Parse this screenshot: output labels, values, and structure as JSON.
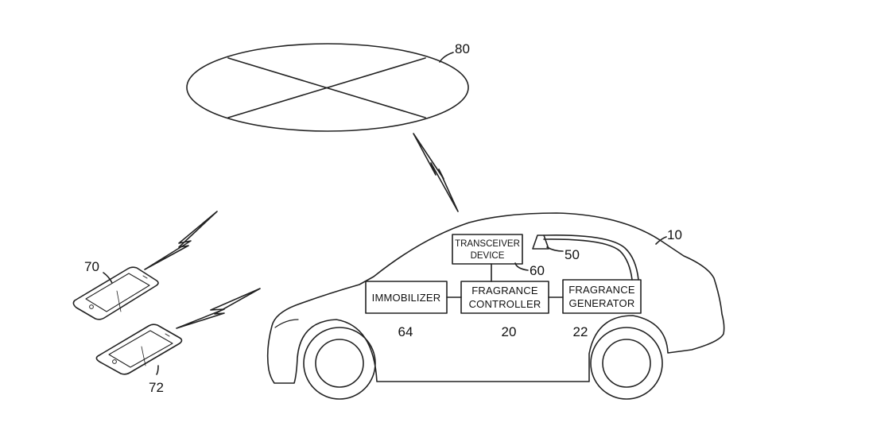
{
  "satellite": {
    "ref": "80"
  },
  "vehicle": {
    "ref": "10"
  },
  "transceiver": {
    "line1": "TRANSCEIVER",
    "line2": "DEVICE",
    "ref": "60"
  },
  "emitter": {
    "ref": "50"
  },
  "immobilizer": {
    "label": "IMMOBILIZER",
    "ref": "64"
  },
  "controller": {
    "line1": "FRAGRANCE",
    "line2": "CONTROLLER",
    "ref": "20"
  },
  "generator": {
    "line1": "FRAGRANCE",
    "line2": "GENERATOR",
    "ref": "22"
  },
  "phones": [
    {
      "ref": "70"
    },
    {
      "ref": "72"
    }
  ]
}
